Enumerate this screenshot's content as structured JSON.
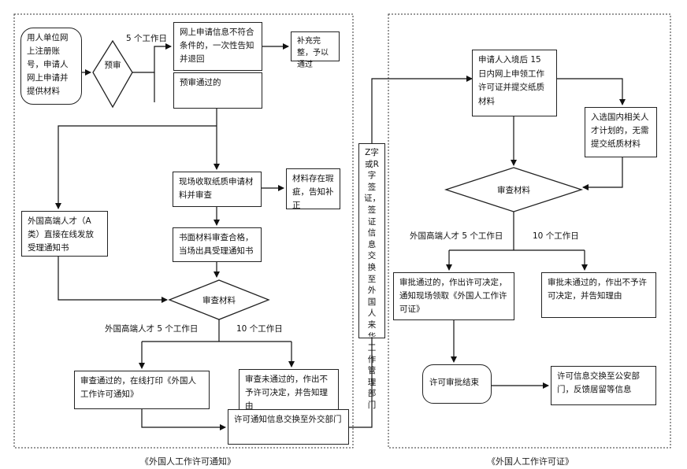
{
  "left_section": {
    "caption": "《外国人工作许可通知》",
    "start_box": "用人单位网上注册账号，申请人网上申请并提供材料",
    "pre_review_decision": "预审",
    "five_day_label": "5 个工作日",
    "not_qualified_box": "网上申请信息不符合条件的，一次性告知并退回",
    "supplement_box": "补充完整，予以通过",
    "pre_review_passed_box": "预审通过的",
    "onsite_collection_box": "现场收取纸质申请材料并审查",
    "defect_box": "材料存在瑕疵，告知补正",
    "high_end_online_box": "外国高端人才（A类）直接在线发放受理通知书",
    "written_review_box": "书面材料审查合格，当场出具受理通知书",
    "review_decision": "审查材料",
    "high_end_five_days_label": "外国高端人才 5 个工作日",
    "ten_days_label": "10 个工作日",
    "approved_box": "审查通过的，在线打印《外国人工作许可通知》",
    "rejected_box": "审查未通过的，作出不予许可决定，并告知理由",
    "info_exchange_box": "许可通知信息交换至外交部门"
  },
  "middle_section": {
    "visa_box": "Z字或R字签证，签证信息交换至外国人来华工作管理部门"
  },
  "right_section": {
    "caption": "《外国人工作许可证》",
    "entry_apply_box": "申请人入境后 15 日内网上申领工作许可证并提交纸质材料",
    "domestic_plan_box": "入选国内相关人才计划的，无需提交纸质材料",
    "review_decision": "审查材料",
    "high_end_five_days_label": "外国高端人才 5 个工作日",
    "ten_days_label": "10 个工作日",
    "approved_box": "审批通过的，作出许可决定，通知现场领取《外国人工作许可证》",
    "rejected_box": "审批未通过的，作出不予许可决定，并告知理由",
    "end_box": "许可审批结束",
    "police_exchange_box": "许可信息交换至公安部门，反馈居留等信息"
  }
}
